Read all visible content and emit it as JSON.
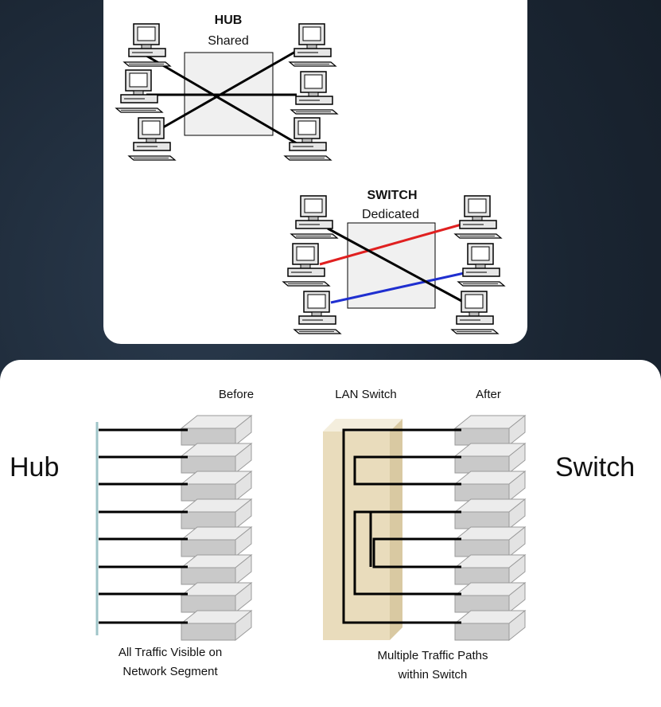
{
  "top_figure": {
    "hub": {
      "title": "HUB",
      "subtitle": "Shared"
    },
    "switch": {
      "title": "SWITCH",
      "subtitle": "Dedicated"
    },
    "colors": {
      "red_link": "#e02020",
      "blue_link": "#1f2fd0",
      "black_link": "#000000",
      "box_fill": "#f0f0f0"
    }
  },
  "bottom_figure": {
    "left_label": "Hub",
    "right_label": "Switch",
    "before_label": "Before",
    "lan_switch_label": "LAN Switch",
    "after_label": "After",
    "left_caption_line1": "All Traffic Visible on",
    "left_caption_line2": "Network Segment",
    "right_caption_line1": "Multiple Traffic Paths",
    "right_caption_line2": "within Switch",
    "colors": {
      "switch_fill": "#e9dcbc",
      "bus_line": "#9fc4c8",
      "device_fill": "#cfcfcf"
    }
  }
}
